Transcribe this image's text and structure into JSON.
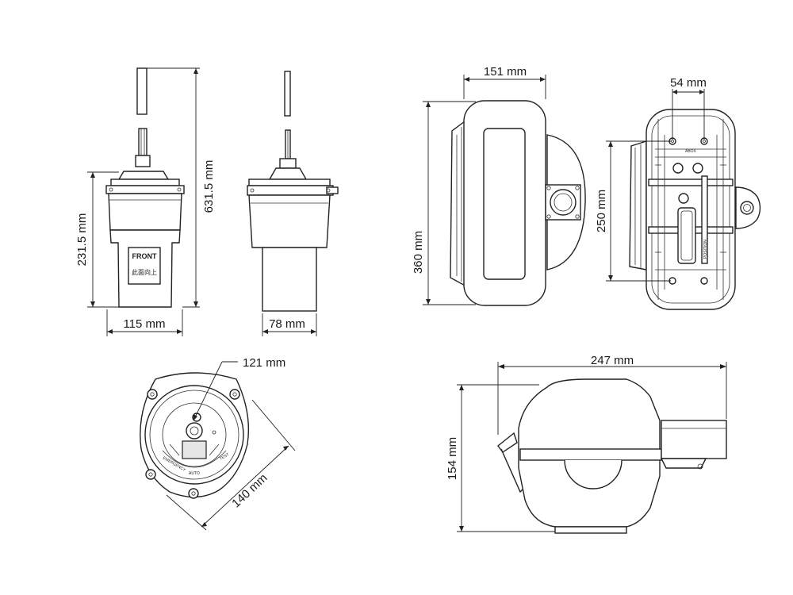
{
  "dimensions": {
    "front_width": "115 mm",
    "front_height": "231.5 mm",
    "total_height": "631.5 mm",
    "side_width": "78 mm",
    "top_width": "151 mm",
    "top_length": "360 mm",
    "base_hole_spacing": "54 mm",
    "base_length": "250 mm",
    "bottom_top_diameter": "121 mm",
    "bottom_diameter": "140 mm",
    "side_length": "247 mm",
    "side_height": "154 mm"
  },
  "labels": {
    "front_label": "FRONT",
    "front_label_cjk": "此面向上",
    "mode_left": "EMERGENCY",
    "mode_auto": "AUTO",
    "mode_right": "TEST",
    "base_text_1": "ABOX",
    "base_text_2": "POSITION"
  },
  "colors": {
    "line": "#222222",
    "background": "#ffffff",
    "shade": "#e6e6e6"
  }
}
